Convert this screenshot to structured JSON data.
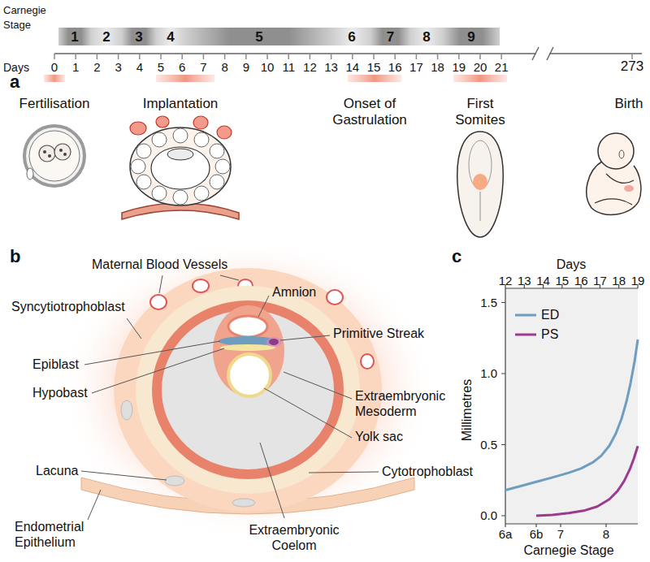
{
  "diagram": {
    "nodes": [
      {
        "text": [
          "1"
        ]
      },
      {
        "text": [
          "2"
        ]
      },
      {
        "text": [
          "3"
        ]
      },
      {
        "text": [
          "4"
        ]
      },
      {
        "text": [
          "5"
        ]
      },
      {
        "text": [
          "6"
        ]
      },
      {
        "text": [
          "7"
        ]
      },
      {
        "text": [
          "8"
        ]
      },
      {
        "text": [
          "9"
        ]
      }
    ],
    "labels": [
      "a",
      "Carnegie Stage",
      "Days",
      "0",
      "1",
      "2",
      "3",
      "4",
      "5",
      "6",
      "7",
      "8",
      "9",
      "10",
      "11",
      "12",
      "13",
      "14",
      "15",
      "16",
      "17",
      "18",
      "19",
      "20",
      "21",
      "273",
      "Fertilisation",
      "Implantation",
      "Onset of Gastrulation",
      "First Somites",
      "Birth",
      "b",
      "Maternal Blood Vessels",
      "Amnion",
      "Syncytiotrophoblast",
      "Primitive Streak",
      "Epiblast",
      "Extraembryonic Mesoderm",
      "Hypobast",
      "Yolk sac",
      "Lacuna",
      "Cytotrophoblast",
      "Endometrial Epithelium",
      "Extraembryonic Coelom",
      "c",
      "Days",
      "12",
      "13",
      "14",
      "15",
      "16",
      "17",
      "18",
      "19",
      "1.5",
      "1.0",
      "0.5",
      "0.0",
      "Millimetres",
      "6a",
      "6b",
      "7",
      "8",
      "Carnegie Stage"
    ],
    "legend": [
      {
        "text": "ED"
      },
      {
        "text": "PS"
      }
    ]
  }
}
